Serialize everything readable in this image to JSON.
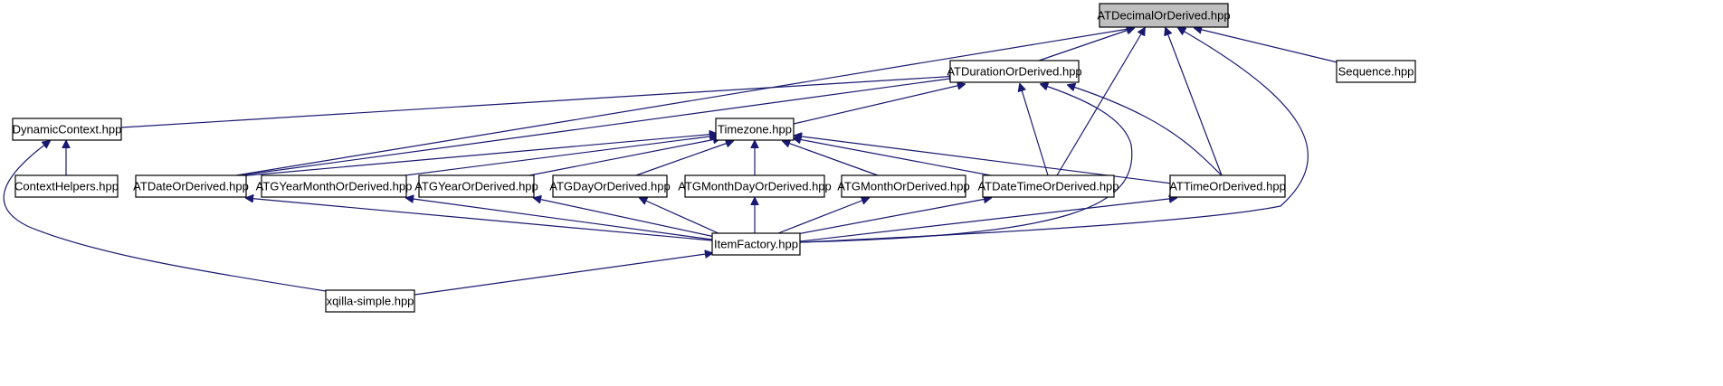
{
  "graph": {
    "title": "",
    "nodes": [
      {
        "id": "atdecimal",
        "label": "ATDecimalOrDerived.hpp",
        "root": true
      },
      {
        "id": "atduration",
        "label": "ATDurationOrDerived.hpp"
      },
      {
        "id": "sequence",
        "label": "Sequence.hpp"
      },
      {
        "id": "dynamiccontext",
        "label": "DynamicContext.hpp"
      },
      {
        "id": "timezone",
        "label": "Timezone.hpp"
      },
      {
        "id": "contexthelpers",
        "label": "ContextHelpers.hpp"
      },
      {
        "id": "atdate",
        "label": "ATDateOrDerived.hpp"
      },
      {
        "id": "atgyearmonth",
        "label": "ATGYearMonthOrDerived.hpp"
      },
      {
        "id": "atgyear",
        "label": "ATGYearOrDerived.hpp"
      },
      {
        "id": "atgday",
        "label": "ATGDayOrDerived.hpp"
      },
      {
        "id": "atgmonthday",
        "label": "ATGMonthDayOrDerived.hpp"
      },
      {
        "id": "atgmonth",
        "label": "ATGMonthOrDerived.hpp"
      },
      {
        "id": "atdatetime",
        "label": "ATDateTimeOrDerived.hpp"
      },
      {
        "id": "attime",
        "label": "ATTimeOrDerived.hpp"
      },
      {
        "id": "itemfactory",
        "label": "ItemFactory.hpp"
      },
      {
        "id": "xqillasimple",
        "label": "xqilla-simple.hpp"
      }
    ],
    "edges": [
      {
        "from": "atduration",
        "to": "atdecimal"
      },
      {
        "from": "atdate",
        "to": "atdecimal"
      },
      {
        "from": "atdatetime",
        "to": "atdecimal"
      },
      {
        "from": "attime",
        "to": "atdecimal"
      },
      {
        "from": "itemfactory",
        "to": "atdecimal"
      },
      {
        "from": "sequence",
        "to": "atdecimal"
      },
      {
        "from": "dynamiccontext",
        "to": "atduration"
      },
      {
        "from": "timezone",
        "to": "atduration"
      },
      {
        "from": "atdate",
        "to": "atduration"
      },
      {
        "from": "atdatetime",
        "to": "atduration"
      },
      {
        "from": "attime",
        "to": "atduration"
      },
      {
        "from": "itemfactory",
        "to": "atduration"
      },
      {
        "from": "contexthelpers",
        "to": "dynamiccontext"
      },
      {
        "from": "xqillasimple",
        "to": "dynamiccontext"
      },
      {
        "from": "atdate",
        "to": "timezone"
      },
      {
        "from": "atgyearmonth",
        "to": "timezone"
      },
      {
        "from": "atgyear",
        "to": "timezone"
      },
      {
        "from": "atgday",
        "to": "timezone"
      },
      {
        "from": "atgmonthday",
        "to": "timezone"
      },
      {
        "from": "atgmonth",
        "to": "timezone"
      },
      {
        "from": "atdatetime",
        "to": "timezone"
      },
      {
        "from": "attime",
        "to": "timezone"
      },
      {
        "from": "itemfactory",
        "to": "atdate"
      },
      {
        "from": "itemfactory",
        "to": "atgyearmonth"
      },
      {
        "from": "itemfactory",
        "to": "atgyear"
      },
      {
        "from": "itemfactory",
        "to": "atgday"
      },
      {
        "from": "itemfactory",
        "to": "atgmonthday"
      },
      {
        "from": "itemfactory",
        "to": "atgmonth"
      },
      {
        "from": "itemfactory",
        "to": "atdatetime"
      },
      {
        "from": "itemfactory",
        "to": "attime"
      },
      {
        "from": "xqillasimple",
        "to": "itemfactory"
      }
    ],
    "colors": {
      "edge": "#191970",
      "root_fill": "#bfbfbf",
      "node_fill": "#ffffff",
      "node_stroke": "#000000"
    }
  }
}
